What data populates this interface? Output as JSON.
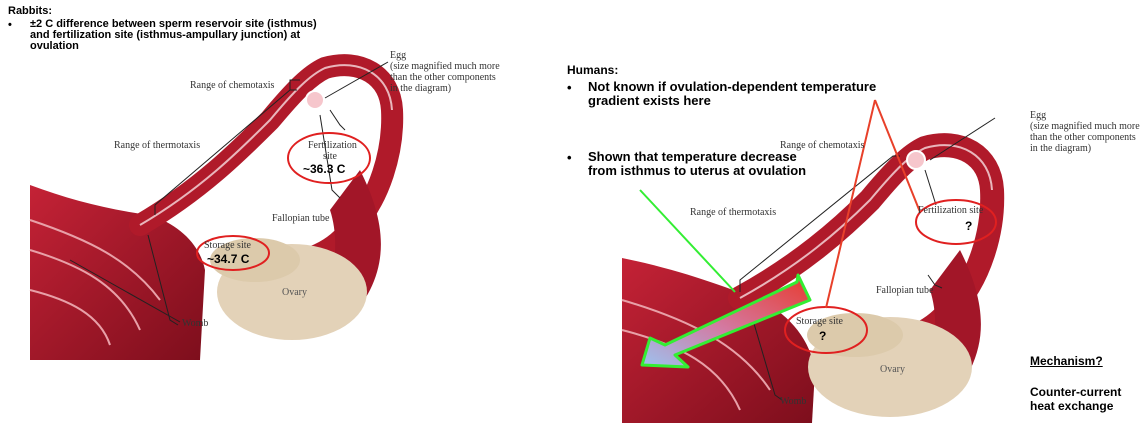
{
  "left": {
    "heading": "Rabbits:",
    "bullet": "•",
    "point": "±2 C difference between sperm reservoir site (isthmus) and fertilization site (isthmus-ampullary junction) at ovulation",
    "labels": {
      "egg": "Egg",
      "egg_note": "(size magnified much more than the other components in the diagram)",
      "chemotaxis": "Range of chemotaxis",
      "thermotaxis": "Range of thermotaxis",
      "fertilization": "Fertilization site",
      "fertilization_temp": "~36.3 C",
      "fallopian": "Fallopian tube",
      "storage": "Storage site",
      "storage_temp": "~34.7 C",
      "ovary": "Ovary",
      "womb": "Womb"
    }
  },
  "right": {
    "heading": "Humans:",
    "bullet": "•",
    "point1": "Not known if ovulation-dependent temperature gradient exists here",
    "point2": "Shown that temperature decrease from isthmus to uterus at ovulation",
    "labels": {
      "egg": "Egg",
      "egg_note": "(size magnified much more than the other components in the diagram)",
      "chemotaxis": "Range of chemotaxis",
      "thermotaxis": "Range of thermotaxis",
      "fertilization": "Fertilization site",
      "fertilization_q": "?",
      "fallopian": "Fallopian tube",
      "storage": "Storage site",
      "storage_q": "?",
      "ovary": "Ovary",
      "womb": "Womb"
    },
    "mechanism_title": "Mechanism?",
    "mechanism_answer": "Counter-current heat exchange"
  },
  "colors": {
    "tissue": "#b01a2a",
    "tissue_dark": "#7d0e1c",
    "ovary": "#e3d2b8",
    "callout": "#e02020",
    "arrow_start": "#e83a2e",
    "arrow_end": "#9cc3f0",
    "arrow_border": "#33ee33"
  }
}
